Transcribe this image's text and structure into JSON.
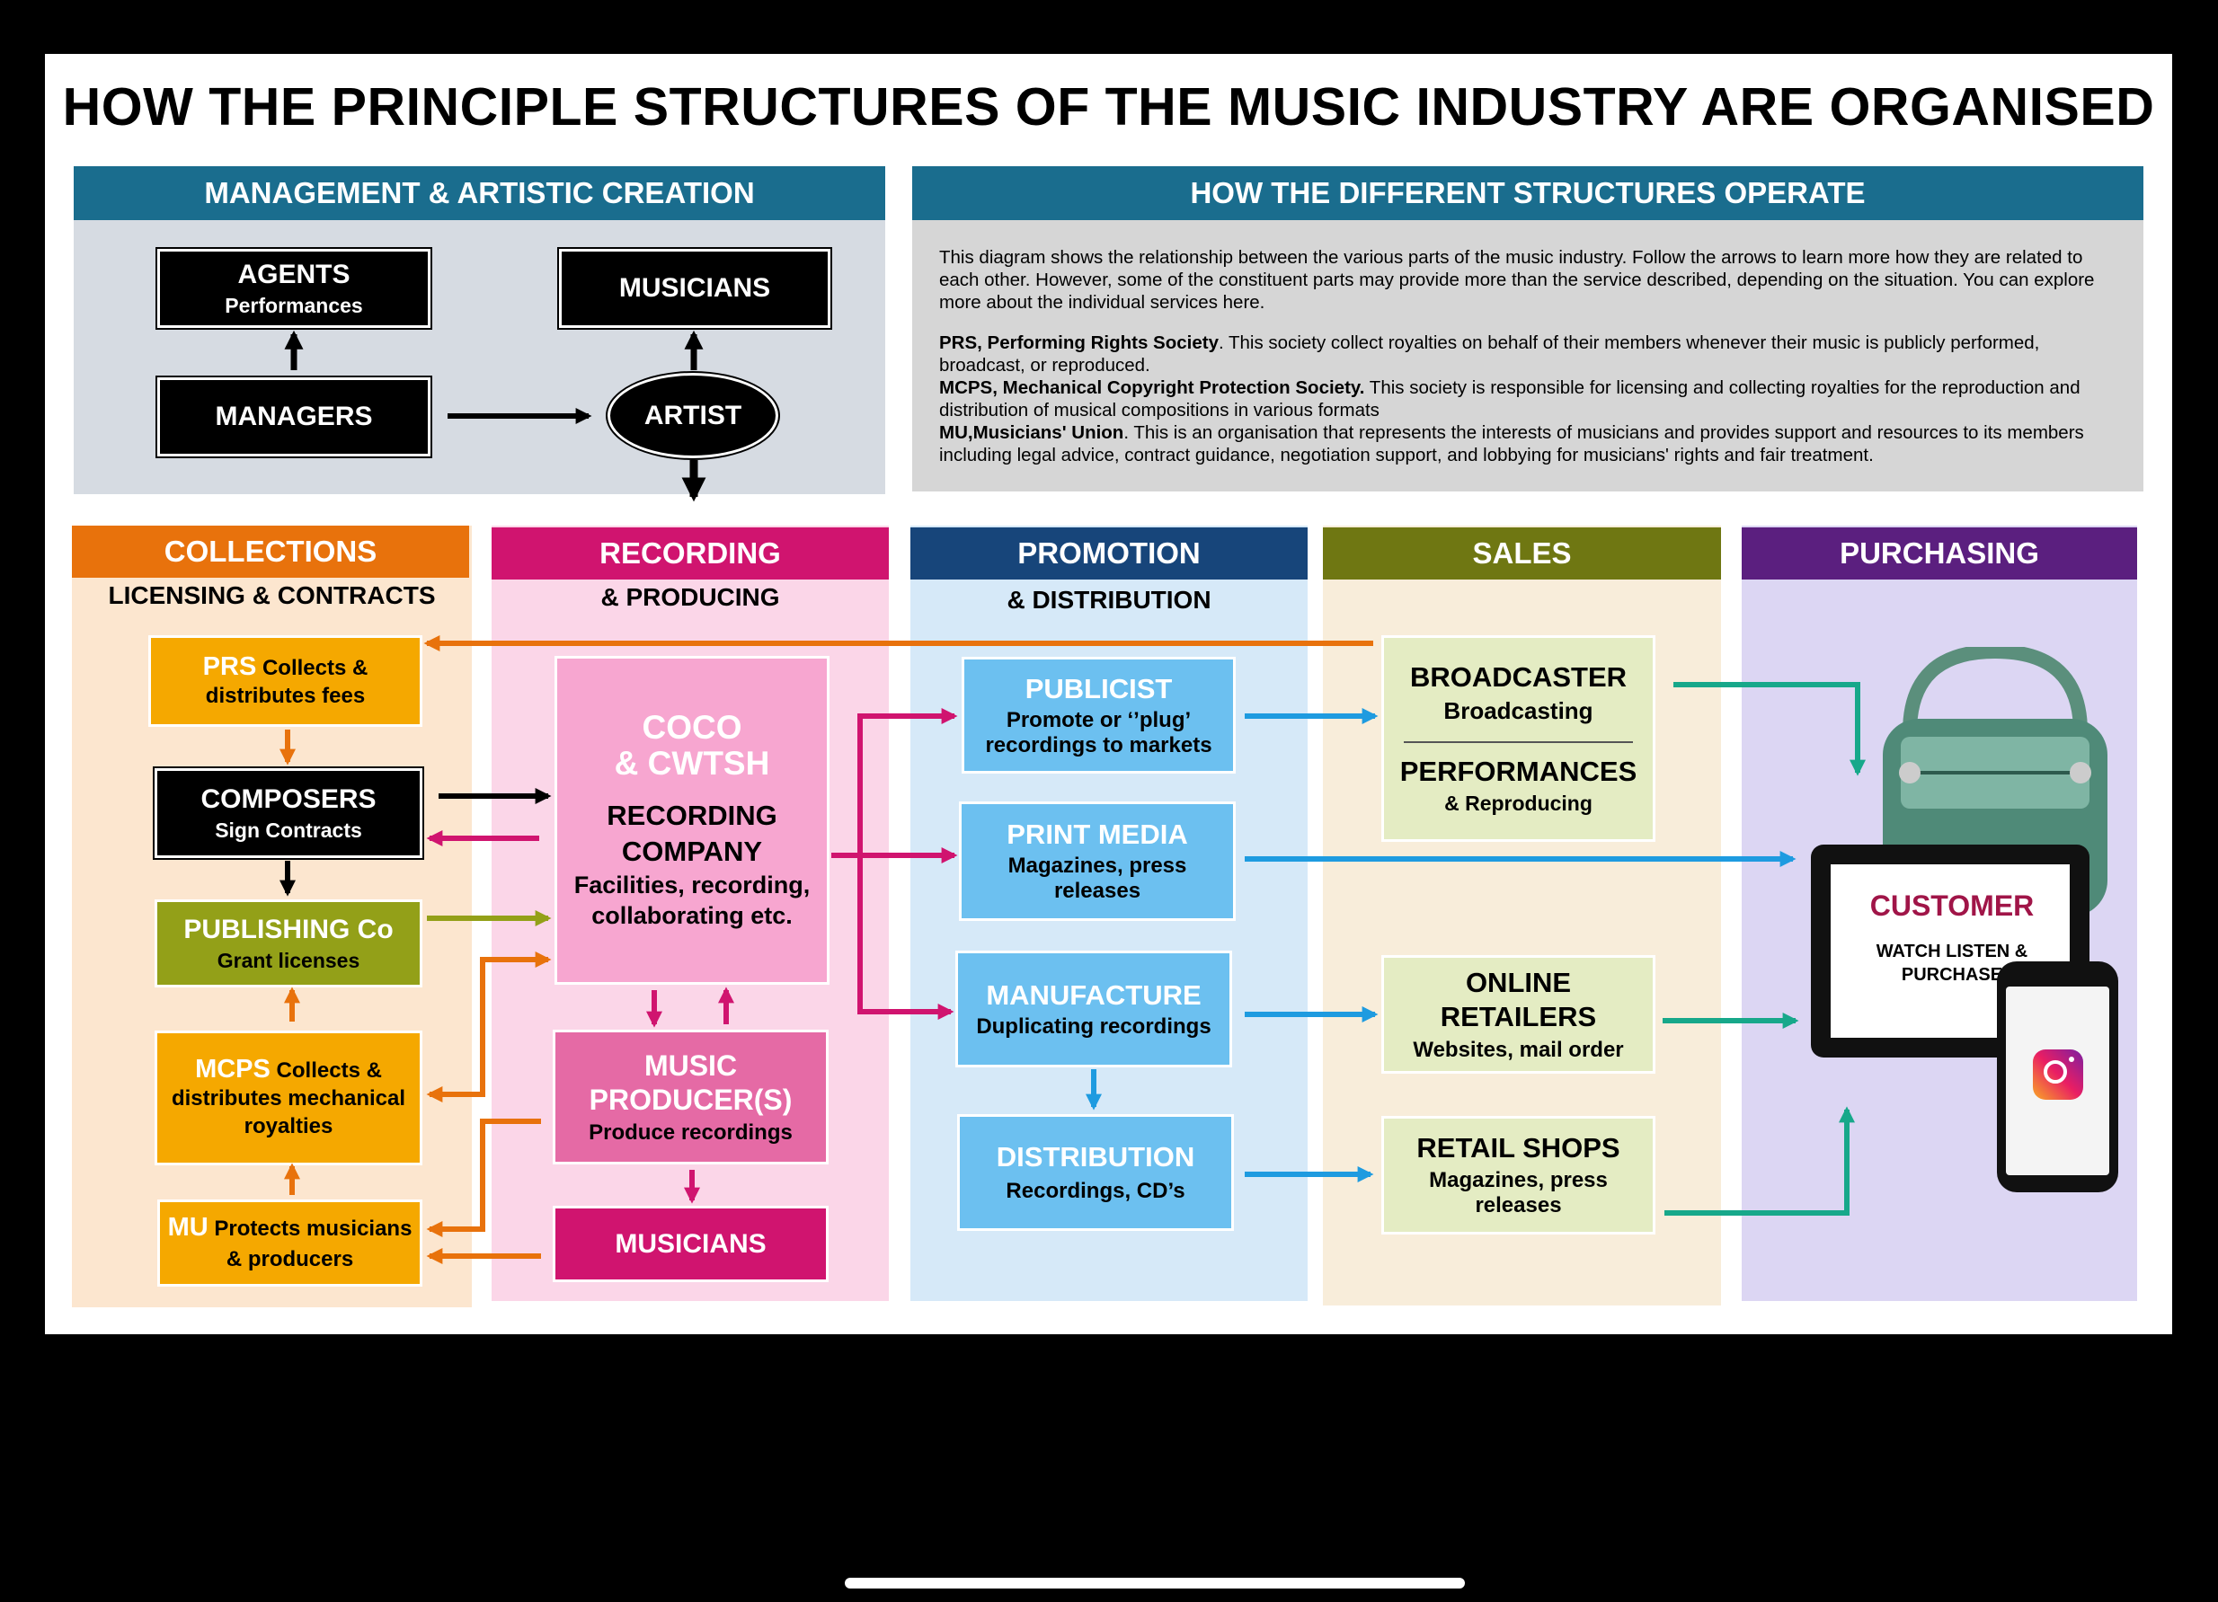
{
  "title": "HOW THE PRINCIPLE STRUCTURES OF THE MUSIC INDUSTRY ARE ORGANISED",
  "management": {
    "header": "MANAGEMENT & ARTISTIC CREATION",
    "agents_title": "AGENTS",
    "agents_sub": "Performances",
    "musicians": "MUSICIANS",
    "managers": "MANAGERS",
    "artist": "ARTIST"
  },
  "operate": {
    "header": "HOW THE DIFFERENT STRUCTURES OPERATE",
    "intro": "This diagram shows the relationship between the various parts of the music industry. Follow the arrows to learn more how they are related to each other. However, some of the constituent parts may provide more than the service described, depending on the situation. You can explore more about the individual services here.",
    "prs_term": "PRS, Performing Rights Society",
    "prs_text": ". This society collect royalties on behalf of their members whenever their music is publicly performed, broadcast, or reproduced.",
    "mcps_term": "MCPS, Mechanical Copyright Protection Society.",
    "mcps_text": " This society is responsible for licensing and collecting royalties for the reproduction and distribution of musical compositions in various formats",
    "mu_term": "MU,Musicians' Union",
    "mu_text": ". This is an organisation that represents the interests of musicians and provides support and resources to its members including legal advice, contract guidance, negotiation support, and lobbying for musicians' rights and fair treatment."
  },
  "collections": {
    "header": "COLLECTIONS",
    "sub": "LICENSING & CONTRACTS",
    "prs_acronym": "PRS",
    "prs_text_1": "Collects &",
    "prs_text_2": "distributes fees",
    "composers_title": "COMPOSERS",
    "composers_sub": "Sign Contracts",
    "publishing_title": "PUBLISHING Co",
    "publishing_sub": "Grant licenses",
    "mcps_acronym": "MCPS",
    "mcps_text_1": "Collects &",
    "mcps_text_2": "distributes mechanical",
    "mcps_text_3": "royalties",
    "mu_acronym": "MU",
    "mu_text_1": "Protects musicians",
    "mu_text_2": "& producers"
  },
  "recording": {
    "header": "RECORDING",
    "sub": "& PRODUCING",
    "coco_1": "COCO",
    "coco_2": "& CWTSH",
    "company_1": "RECORDING",
    "company_2": "COMPANY",
    "company_3": "Facilities, recording,",
    "company_4": "collaborating etc.",
    "producer_1": "MUSIC",
    "producer_2": "PRODUCER(S)",
    "producer_sub": "Produce recordings",
    "musicians": "MUSICIANS"
  },
  "promotion": {
    "header": "PROMOTION",
    "sub": "& DISTRIBUTION",
    "publicist_title": "PUBLICIST",
    "publicist_1": "Promote or ‘’plug’",
    "publicist_2": "recordings to markets",
    "print_title": "PRINT MEDIA",
    "print_1": "Magazines, press",
    "print_2": "releases",
    "manufacture_title": "MANUFACTURE",
    "manufacture_sub": "Duplicating recordings",
    "distribution_title": "DISTRIBUTION",
    "distribution_sub": "Recordings, CD’s"
  },
  "sales": {
    "header": "SALES",
    "broadcaster_title": "BROADCASTER",
    "broadcaster_sub": "Broadcasting",
    "performances_title": "PERFORMANCES",
    "performances_sub": "& Reproducing",
    "online_1": "ONLINE",
    "online_2": "RETAILERS",
    "online_sub": "Websites, mail order",
    "retail_title": "RETAIL SHOPS",
    "retail_1": "Magazines, press",
    "retail_2": "releases"
  },
  "purchasing": {
    "header": "PURCHASING",
    "customer": "CUSTOMER",
    "customer_sub_1": "WATCH LISTEN &",
    "customer_sub_2": "PURCHASE"
  },
  "colors": {
    "teal_header": "#1a6d8e",
    "orange": "#e8720c",
    "magenta": "#d0146f",
    "navy": "#17457a",
    "olive": "#6f7712",
    "purple": "#5b1f7f",
    "gold": "#f5a800",
    "blue_arrow": "#1e9be0",
    "green_arrow": "#17a88a"
  },
  "icons": [
    "arrow-icon",
    "radio-icon",
    "tablet-icon",
    "phone-icon",
    "instagram-icon"
  ]
}
